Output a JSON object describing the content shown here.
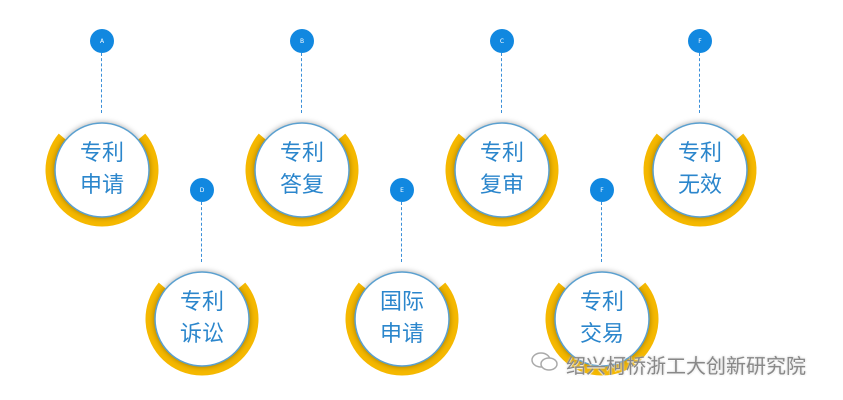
{
  "nodes": [
    {
      "badge": "A",
      "line1": "专利",
      "line2": "申请"
    },
    {
      "badge": "B",
      "line1": "专利",
      "line2": "答复"
    },
    {
      "badge": "C",
      "line1": "专利",
      "line2": "复审"
    },
    {
      "badge": "F",
      "line1": "专利",
      "line2": "无效"
    },
    {
      "badge": "D",
      "line1": "专利",
      "line2": "诉讼"
    },
    {
      "badge": "E",
      "line1": "国际",
      "line2": "申请"
    },
    {
      "badge": "F",
      "line1": "专利",
      "line2": "交易"
    }
  ],
  "watermark": "绍兴柯桥浙工大创新研究院",
  "colors": {
    "ring": "#f5b800",
    "badge": "#1188e0",
    "text": "#2b86cc"
  }
}
